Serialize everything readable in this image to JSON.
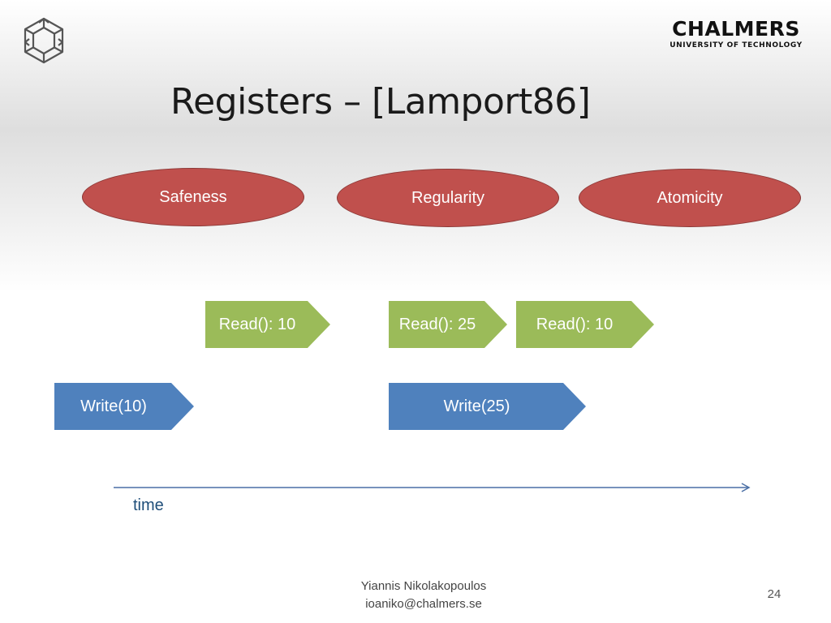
{
  "header": {
    "brand_name": "CHALMERS",
    "brand_subtitle": "UNIVERSITY OF TECHNOLOGY",
    "logo_icon": "chalmers-hexagon-logo"
  },
  "title": "Registers – [Lamport86]",
  "properties": [
    {
      "label": "Safeness"
    },
    {
      "label": "Regularity"
    },
    {
      "label": "Atomicity"
    }
  ],
  "operations": {
    "reads": [
      {
        "label": "Read(): 10"
      },
      {
        "label": "Read(): 25"
      },
      {
        "label": "Read(): 10"
      }
    ],
    "writes": [
      {
        "label": "Write(10)"
      },
      {
        "label": "Write(25)"
      }
    ]
  },
  "timeline": {
    "label": "time"
  },
  "footer": {
    "author": "Yiannis Nikolakopoulos",
    "email": "ioaniko@chalmers.se",
    "page_number": "24"
  },
  "colors": {
    "property_fill": "#c0504d",
    "read_fill": "#9bbb59",
    "write_fill": "#4f81bd",
    "timeline": "#4a6fa5"
  }
}
